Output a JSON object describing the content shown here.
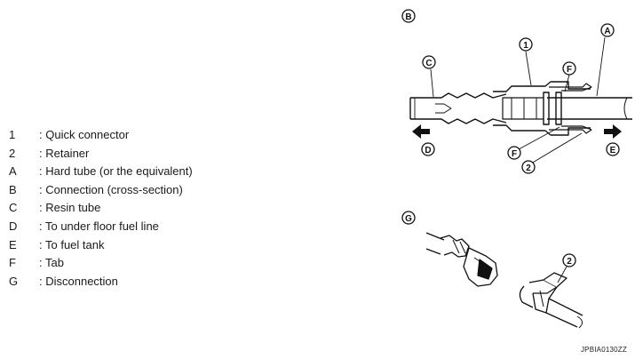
{
  "legend": [
    {
      "key": "1",
      "text": ": Quick connector"
    },
    {
      "key": "2",
      "text": ": Retainer"
    },
    {
      "key": "A",
      "text": ": Hard tube (or the equivalent)"
    },
    {
      "key": "B",
      "text": ": Connection (cross-section)"
    },
    {
      "key": "C",
      "text": ": Resin tube"
    },
    {
      "key": "D",
      "text": ": To under floor fuel line"
    },
    {
      "key": "E",
      "text": ": To fuel tank"
    },
    {
      "key": "F",
      "text": ": Tab"
    },
    {
      "key": "G",
      "text": ": Disconnection"
    }
  ],
  "callouts": {
    "b": "B",
    "one": "1",
    "a": "A",
    "c": "C",
    "f_top": "F",
    "d": "D",
    "e": "E",
    "f_bottom": "F",
    "two_top": "2",
    "g": "G",
    "two_bottom": "2"
  },
  "reference_code": "JPBIA0130ZZ"
}
